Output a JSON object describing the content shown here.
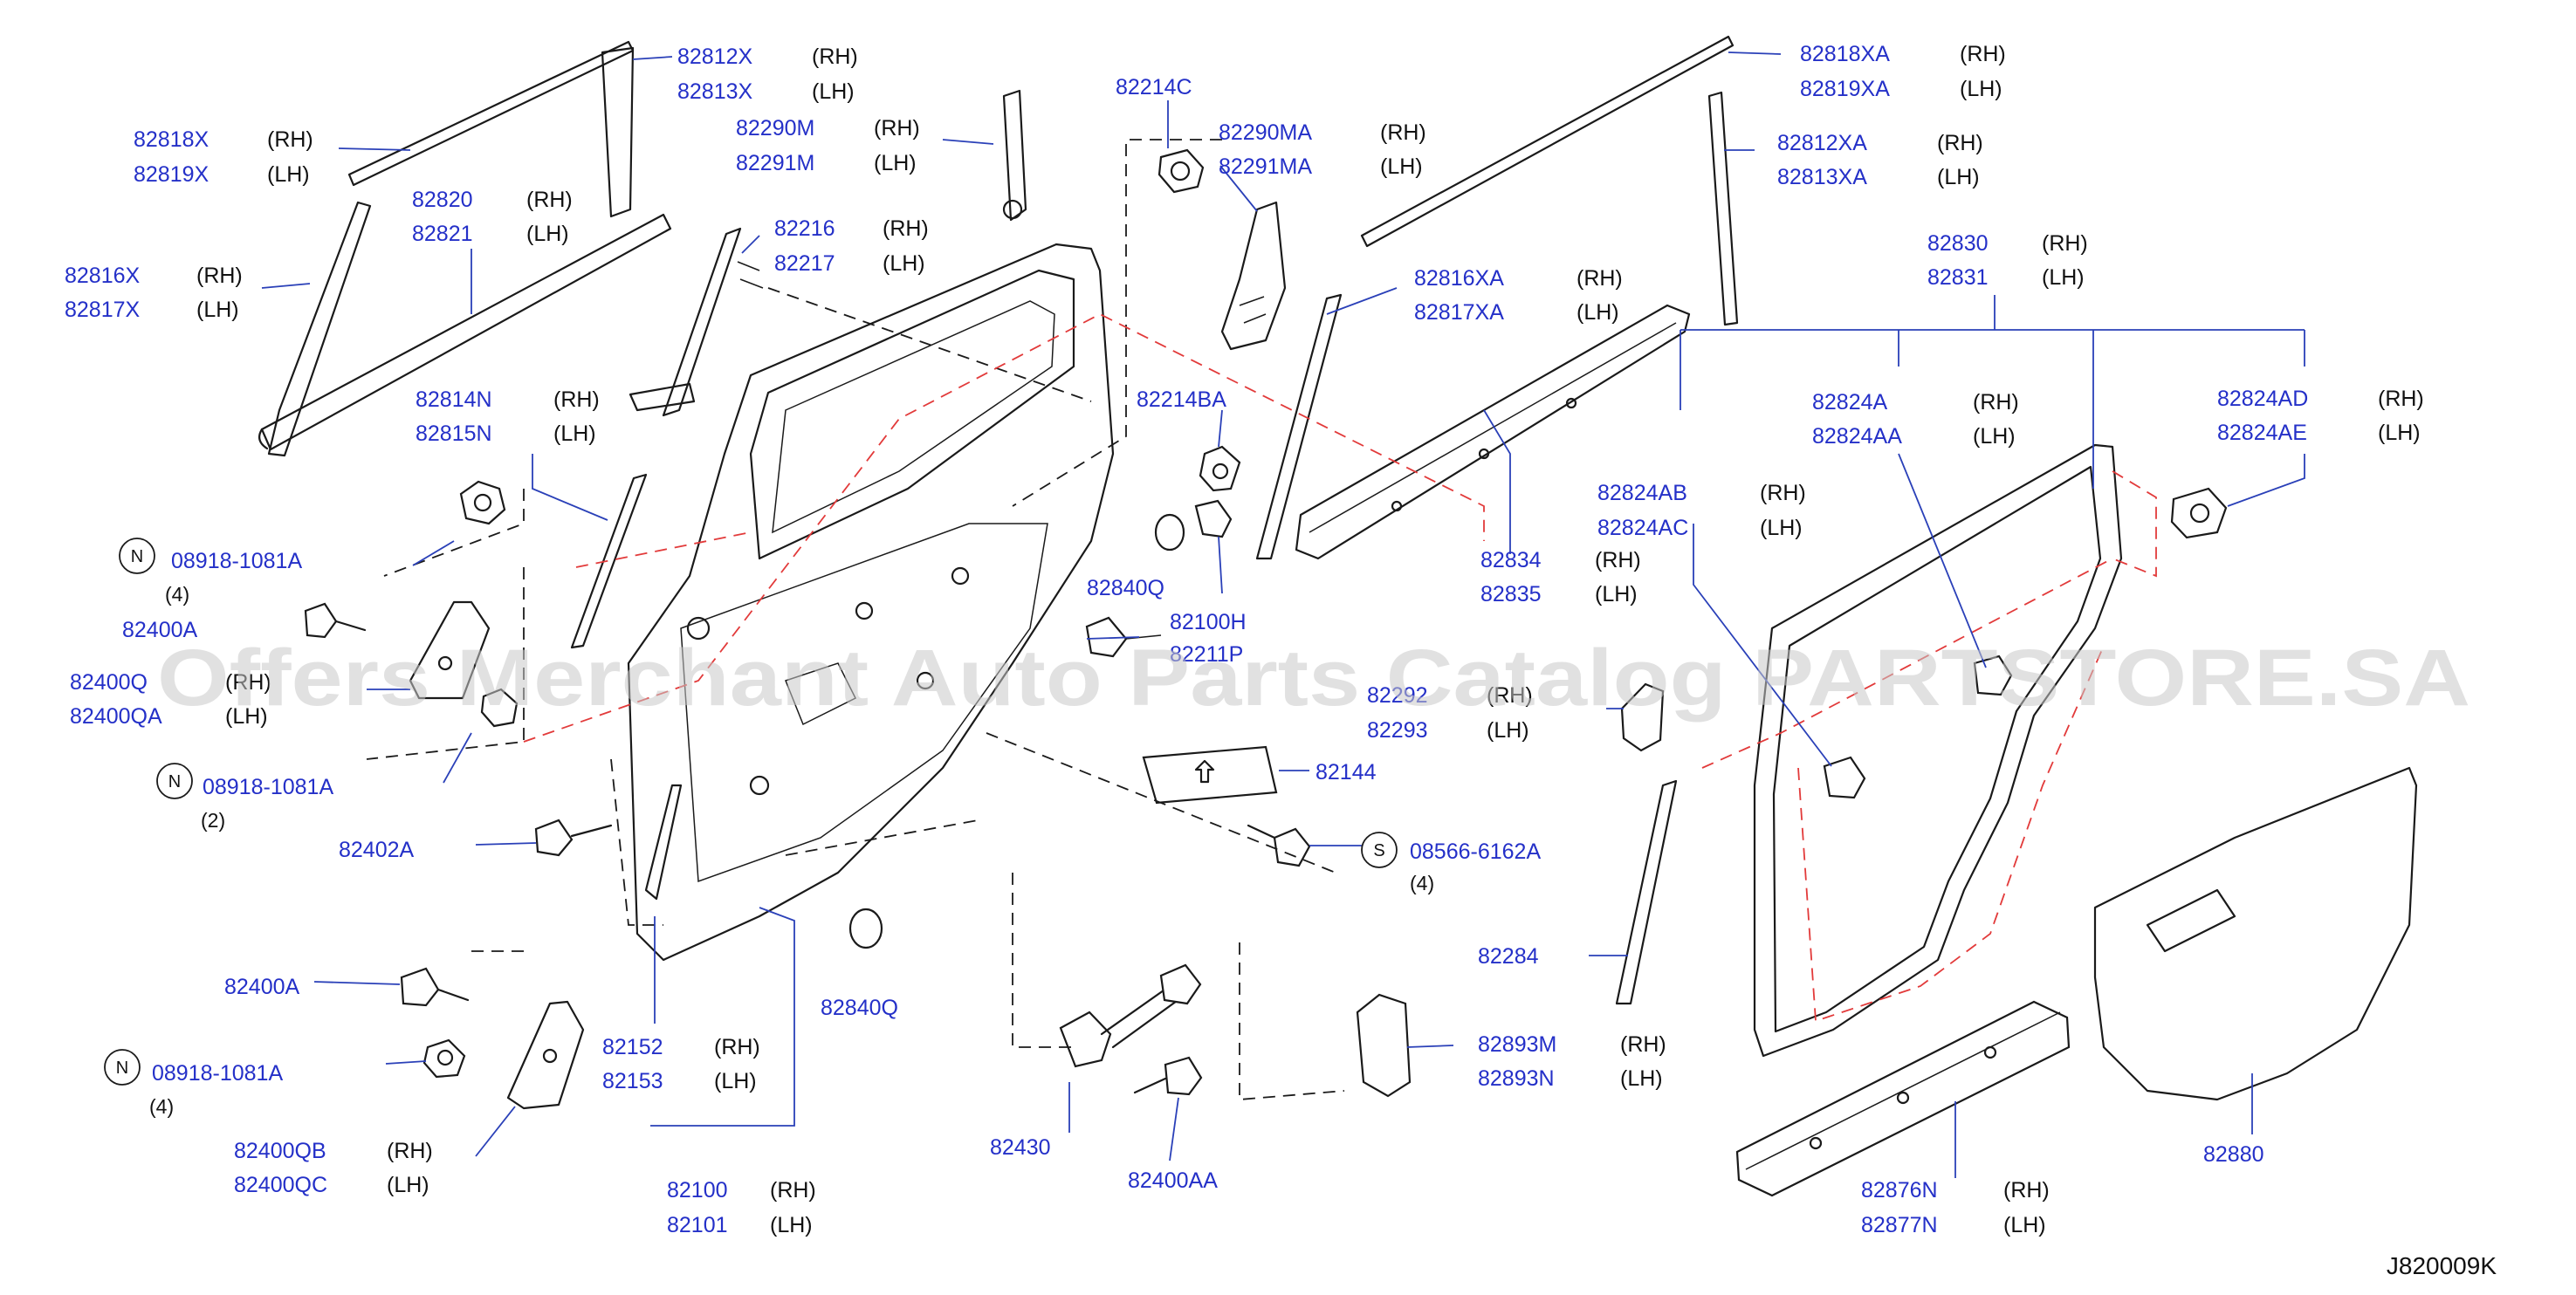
{
  "diagram_code": "J820009K",
  "watermark": "Offers Merchant Auto Parts Catalog PARTSTORE.SA",
  "colors": {
    "part_number": "#2430c8",
    "text": "#111111",
    "leader": "#2a40b8",
    "dashed_guide": "#e23a3a"
  },
  "labels": {
    "p82812X": "82812X",
    "s82812X": "(RH)",
    "p82813X": "82813X",
    "s82813X": "(LH)",
    "p82818X": "82818X",
    "s82818X": "(RH)",
    "p82819X": "82819X",
    "s82819X": "(LH)",
    "p82820": "82820",
    "s82820": "(RH)",
    "p82821": "82821",
    "s82821": "(LH)",
    "p82816X": "82816X",
    "s82816X": "(RH)",
    "p82817X": "82817X",
    "s82817X": "(LH)",
    "p82290M": "82290M",
    "s82290M": "(RH)",
    "p82291M": "82291M",
    "s82291M": "(LH)",
    "p82216": "82216",
    "s82216": "(RH)",
    "p82217": "82217",
    "s82217": "(LH)",
    "p82214C": "82214C",
    "p82290MA": "82290MA",
    "s82290MA": "(RH)",
    "p82291MA": "82291MA",
    "s82291MA": "(LH)",
    "p82818XA": "82818XA",
    "s82818XA": "(RH)",
    "p82819XA": "82819XA",
    "s82819XA": "(LH)",
    "p82812XA": "82812XA",
    "s82812XA": "(RH)",
    "p82813XA": "82813XA",
    "s82813XA": "(LH)",
    "p82830": "82830",
    "s82830": "(RH)",
    "p82831": "82831",
    "s82831": "(LH)",
    "p82816XA": "82816XA",
    "s82816XA": "(RH)",
    "p82817XA": "82817XA",
    "s82817XA": "(LH)",
    "p82814N": "82814N",
    "s82814N": "(RH)",
    "p82815N": "82815N",
    "s82815N": "(LH)",
    "p82214BA": "82214BA",
    "p82824A": "82824A",
    "s82824A": "(RH)",
    "p82824AA": "82824AA",
    "s82824AA": "(LH)",
    "p82824AD": "82824AD",
    "s82824AD": "(RH)",
    "p82824AE": "82824AE",
    "s82824AE": "(LH)",
    "p82824AB": "82824AB",
    "s82824AB": "(RH)",
    "p82824AC": "82824AC",
    "s82824AC": "(LH)",
    "nut1": "08918-1081A",
    "nut1_qty": "(4)",
    "nut2": "08918-1081A",
    "nut2_qty": "(2)",
    "nut3": "08918-1081A",
    "nut3_qty": "(4)",
    "nut_marker": "N",
    "p82834": "82834",
    "s82834": "(RH)",
    "p82835": "82835",
    "s82835": "(LH)",
    "p82840Q_top": "82840Q",
    "p82100H": "82100H",
    "p82211P": "82211P",
    "p82400A_top": "82400A",
    "p82400Q": "82400Q",
    "s82400Q": "(RH)",
    "p82400QA": "82400QA",
    "s82400QA": "(LH)",
    "p82292": "82292",
    "s82292": "(RH)",
    "p82293": "82293",
    "s82293": "(LH)",
    "p82144": "82144",
    "p82402A": "82402A",
    "screw_marker": "S",
    "screw": "08566-6162A",
    "screw_qty": "(4)",
    "p82284": "82284",
    "p82400A_bot": "82400A",
    "p82152": "82152",
    "s82152": "(RH)",
    "p82153": "82153",
    "s82153": "(LH)",
    "p82840Q_bot": "82840Q",
    "p82893M": "82893M",
    "s82893M": "(RH)",
    "p82893N": "82893N",
    "s82893N": "(LH)",
    "p82880": "82880",
    "p82430": "82430",
    "p82400QB": "82400QB",
    "s82400QB": "(RH)",
    "p82400QC": "82400QC",
    "s82400QC": "(LH)",
    "p82400AA": "82400AA",
    "p82100": "82100",
    "s82100": "(RH)",
    "p82101": "82101",
    "s82101": "(LH)",
    "p82876N": "82876N",
    "s82876N": "(RH)",
    "p82877N": "82877N",
    "s82877N": "(LH)"
  }
}
